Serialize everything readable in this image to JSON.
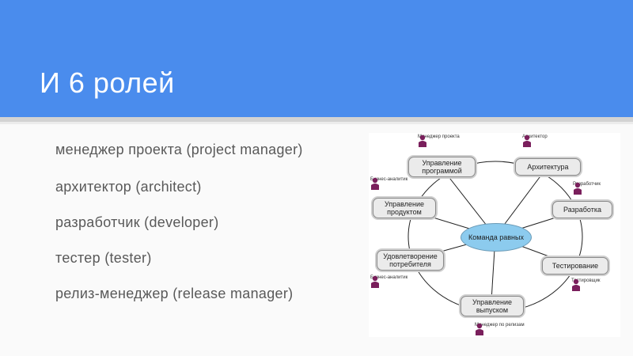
{
  "slide": {
    "title": "И 6 ролей",
    "bullets": [
      "менеджер проекта (project manager)",
      "архитектор (architect)",
      "разработчик (developer)",
      "тестер (tester)",
      "релиз-менеджер (release manager)"
    ]
  },
  "diagram": {
    "center": "Команда равных",
    "nodes": {
      "program": "Управление программой",
      "arch": "Архитектура",
      "product": "Управление продуктом",
      "dev": "Разработка",
      "satisfaction": "Удовлетворение потребителя",
      "testing": "Тестирование",
      "release": "Управление выпуском"
    },
    "roles": {
      "pm": "Менеджер проекта",
      "architect": "Архитектор",
      "ba_top": "Бизнес-аналитик",
      "developer": "Разработчик",
      "ba_bottom": "Бизнес-аналитик",
      "tester": "Тестировщик",
      "rm": "Менеджер по релизам"
    },
    "colors": {
      "center_fill": "#8ccbee",
      "node_fill": "#ebebeb",
      "role_icon": "#7a1f5c"
    }
  }
}
